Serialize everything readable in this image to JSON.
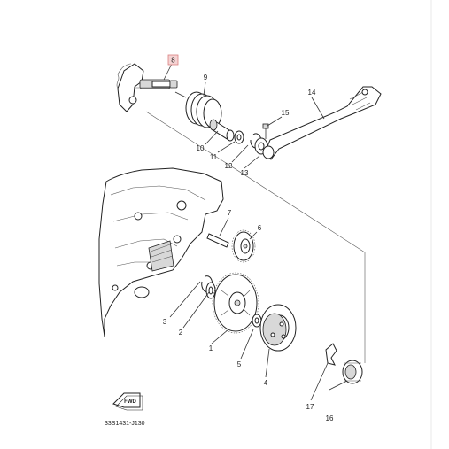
{
  "diagram": {
    "reference_code": "33S1431-J130",
    "direction_badge": "FWD",
    "highlighted_callout": "8",
    "callouts": {
      "c1": "1",
      "c2": "2",
      "c3": "3",
      "c4": "4",
      "c5": "5",
      "c6": "6",
      "c7": "7",
      "c8": "8",
      "c9": "9",
      "c10": "10",
      "c11": "11",
      "c12": "12",
      "c13": "13",
      "c14": "14",
      "c15": "15",
      "c16": "16",
      "c17": "17"
    },
    "colors": {
      "line": "#333333",
      "highlight": "#f5d3d3",
      "highlight_border": "#d98080"
    }
  }
}
